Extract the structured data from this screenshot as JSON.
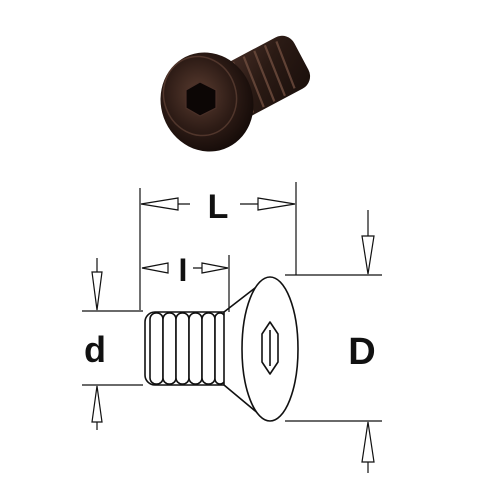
{
  "photo": {
    "subject": "countersunk-hex-socket-screw",
    "body_color": "#2a1a14",
    "highlight_color": "#6b4a3c"
  },
  "diagram": {
    "line_color": "#111111",
    "fill_color": "#ffffff",
    "labels": {
      "length": "L",
      "thread_length": "I",
      "thread_diameter": "d",
      "head_diameter": "D"
    }
  }
}
